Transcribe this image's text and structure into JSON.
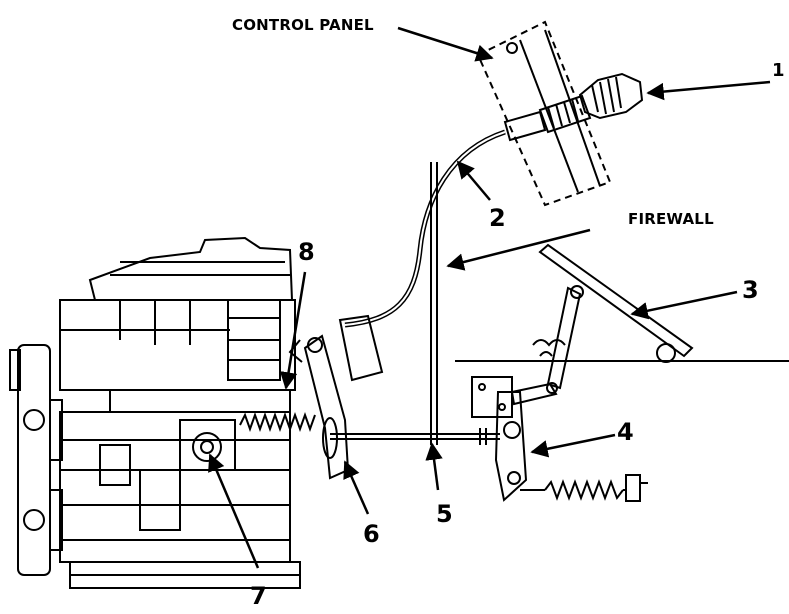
{
  "labels": {
    "control_panel": "CONTROL PANEL",
    "firewall": "FIREWALL",
    "n1": "1",
    "n2": "2",
    "n3": "3",
    "n4": "4",
    "n5": "5",
    "n6": "6",
    "n7": "7",
    "n8": "8"
  },
  "colors": {
    "ink": "#000000",
    "paper": "#ffffff"
  }
}
